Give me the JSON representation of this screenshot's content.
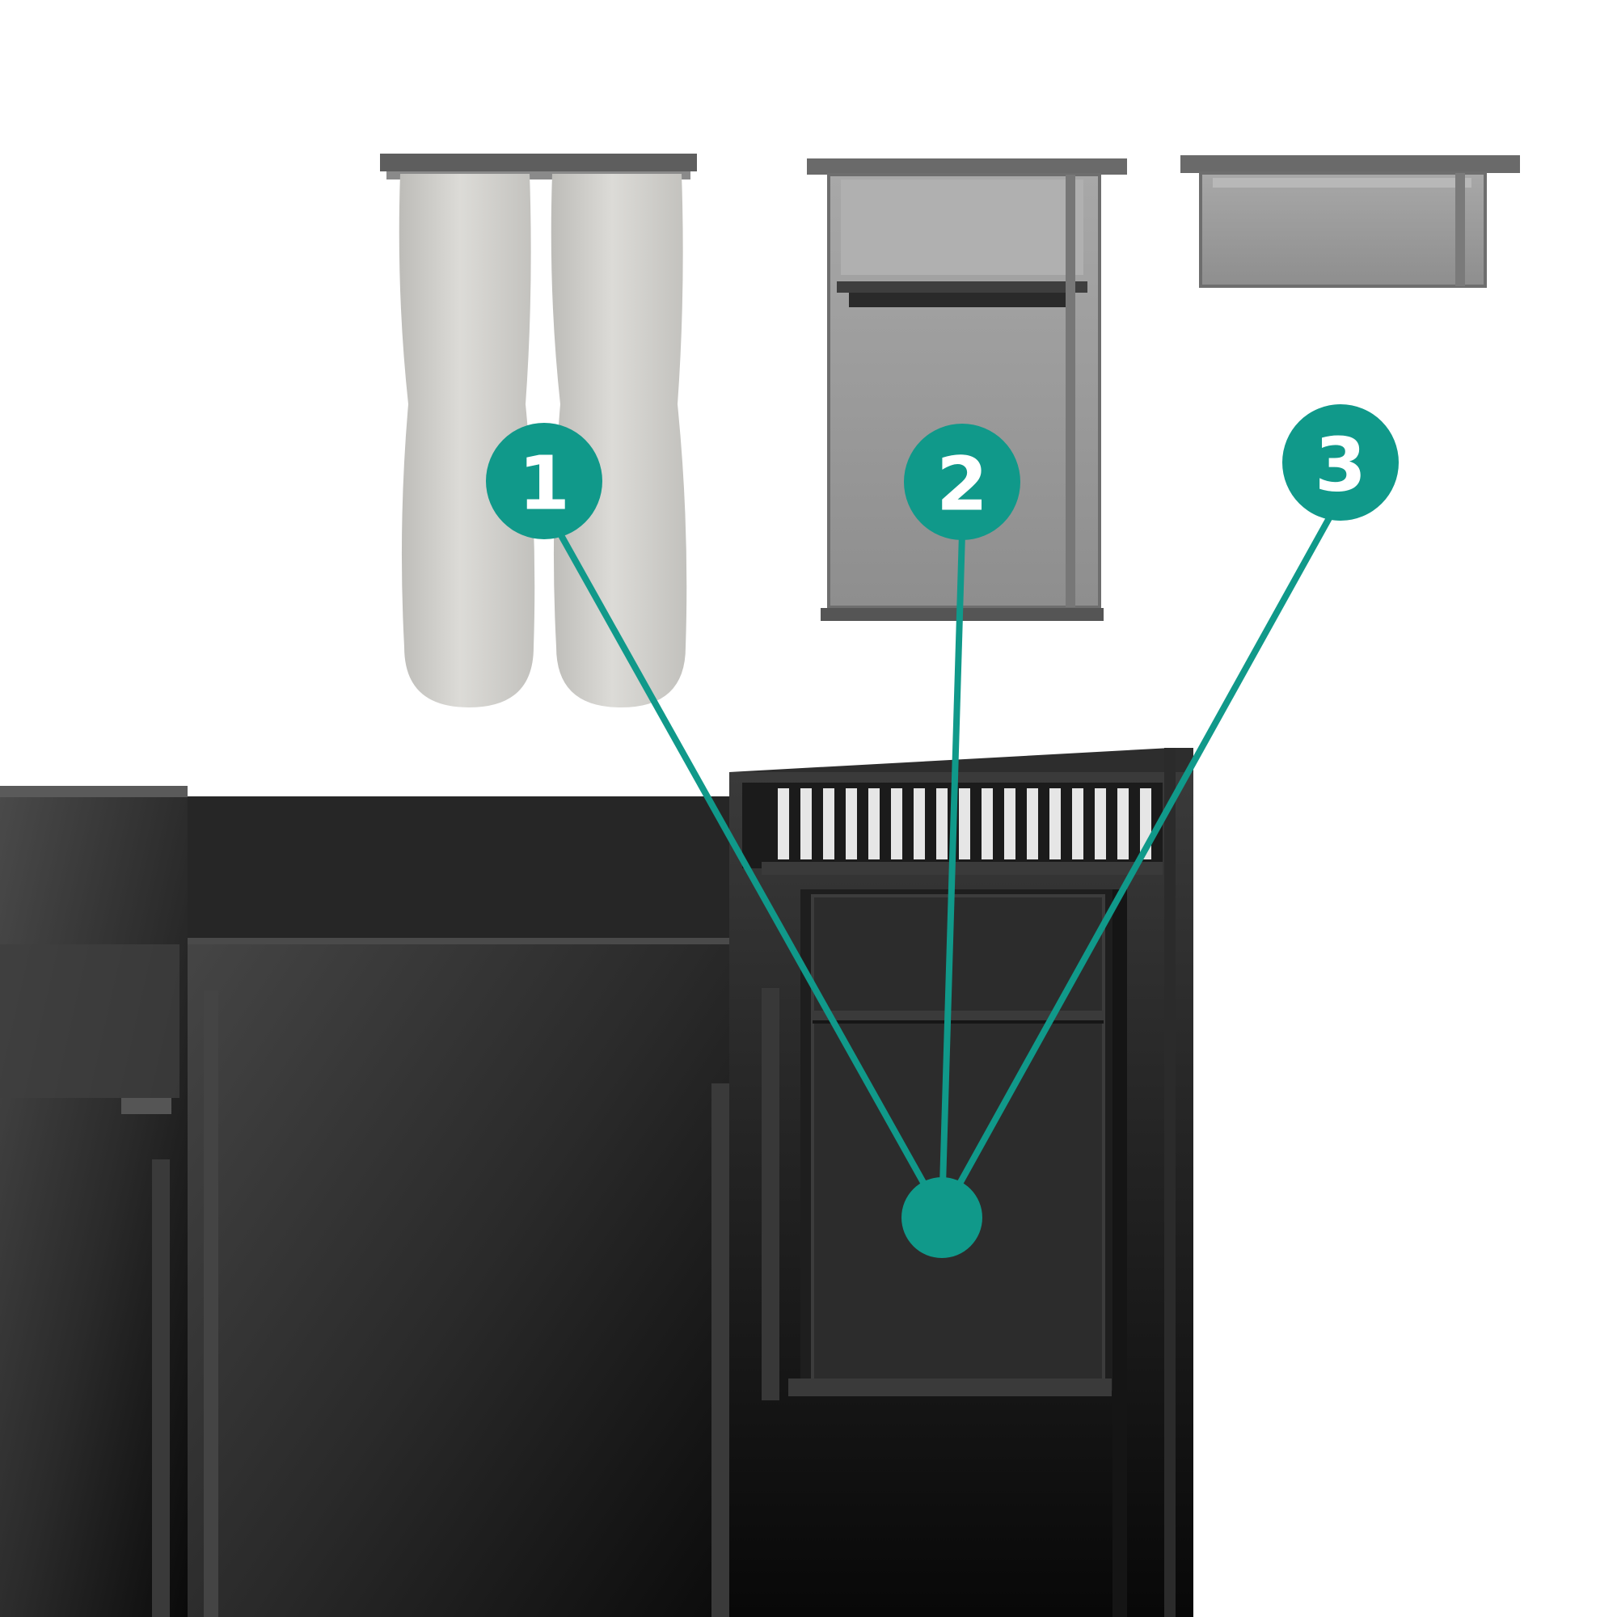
{
  "diagram": {
    "callouts": [
      {
        "number": "1",
        "part": "filter-socks"
      },
      {
        "number": "2",
        "part": "filter-media-basket"
      },
      {
        "number": "3",
        "part": "shallow-filter-tray"
      }
    ],
    "colors": {
      "accent": "#10998a",
      "background": "#ffffff",
      "aquarium_body": "#222222",
      "filter_sock": "#d4d3cf",
      "clear_plastic": "#9a9a9a"
    }
  }
}
